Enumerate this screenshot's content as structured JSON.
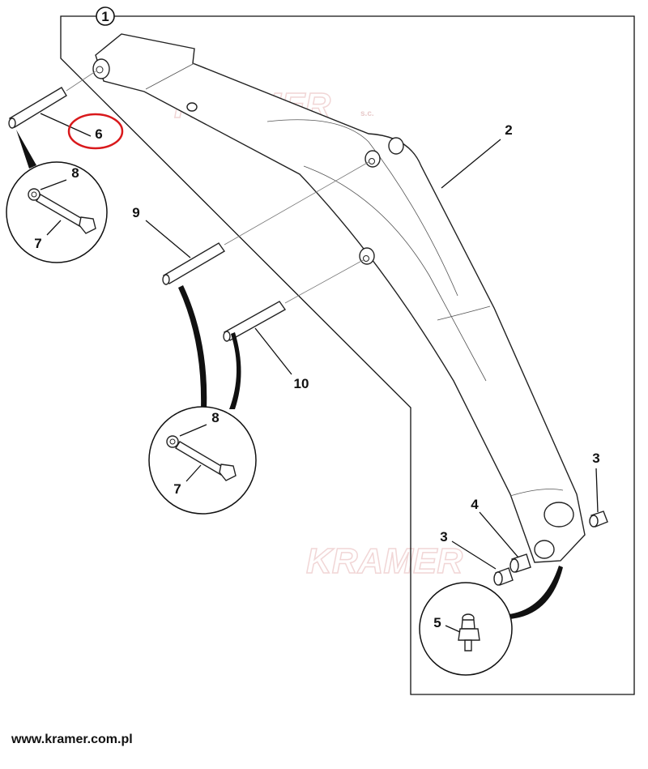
{
  "diagram": {
    "callouts": {
      "assembly": "1",
      "boom": "2",
      "bushing_right": "3",
      "bushing_left": "3",
      "bushing_marked": "4",
      "grease_nipple": "5",
      "pin_top": "6",
      "bolt_a": "7",
      "nut_a": "8",
      "pin_middle": "9",
      "pin_lower": "10",
      "nut_b": "8",
      "bolt_b": "7"
    },
    "highlight_color": "#d9191c",
    "watermark": "KRAMER",
    "watermark_suffix": "s.c."
  },
  "footer": {
    "url": "www.kramer.com.pl"
  }
}
